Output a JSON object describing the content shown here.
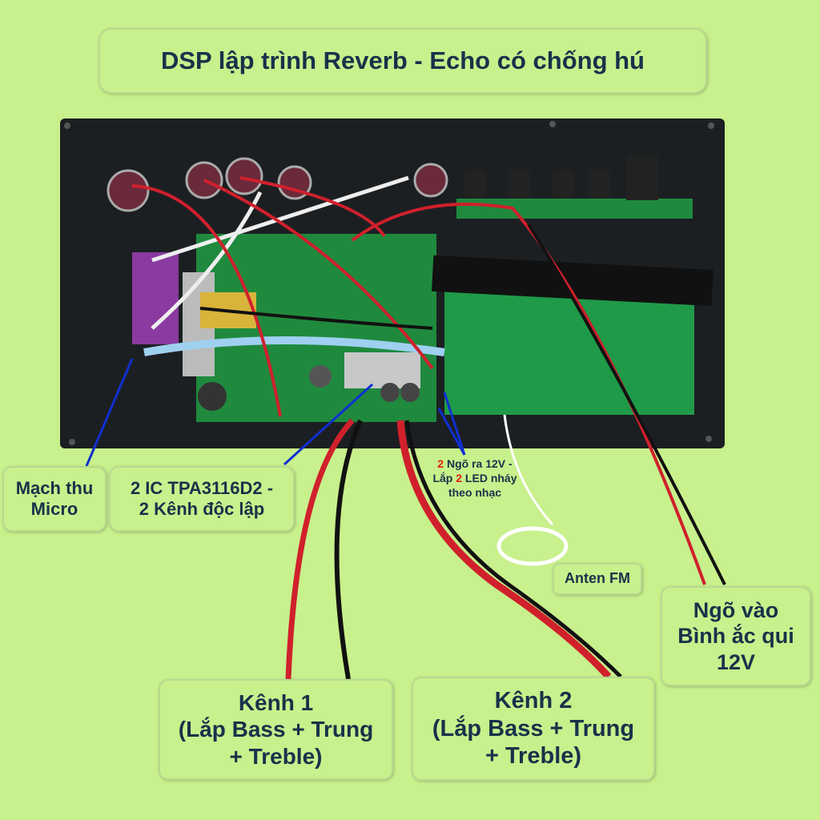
{
  "title": "DSP lập trình Reverb - Echo có chống hú",
  "labels": {
    "micro": [
      "Mạch thu",
      "Micro"
    ],
    "ic": [
      "2 IC TPA3116D2 -",
      "2 Kênh độc lập"
    ],
    "led": {
      "n1": "2",
      "l1": " Ngõ ra 12V -",
      "l2a": "Lắp ",
      "n2": "2",
      "l2b": " LED nháy",
      "l3": "theo nhạc"
    },
    "antenna": "Anten FM",
    "battery": [
      "Ngõ vào",
      "Bình ắc qui",
      "12V"
    ],
    "ch1": [
      "Kênh 1",
      "(Lắp Bass + Trung",
      "+ Treble)"
    ],
    "ch2": [
      "Kênh 2",
      "(Lắp Bass + Trung",
      "+ Treble)"
    ]
  }
}
